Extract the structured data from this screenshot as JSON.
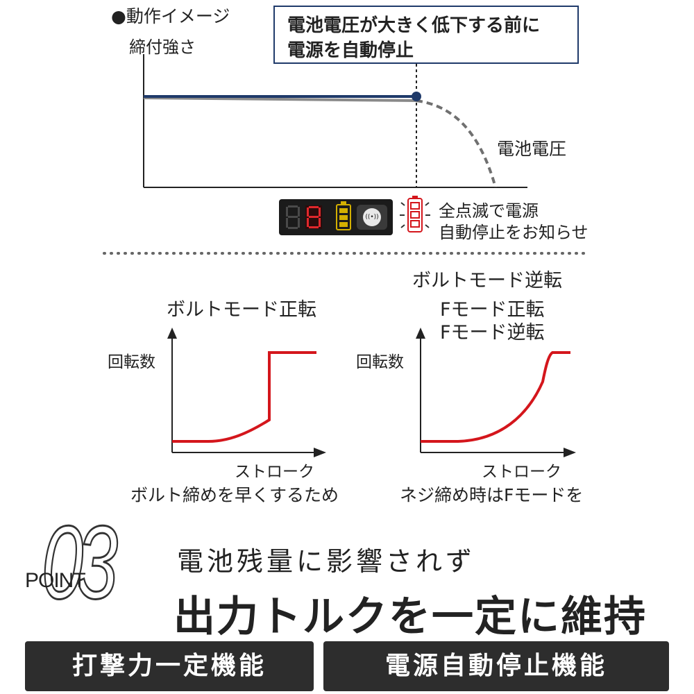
{
  "top_chart": {
    "title": "●動作イメージ",
    "ylabel": "締付強さ",
    "callout": [
      "電池電圧が大きく低下する前に",
      "電源を自動停止"
    ],
    "curve_label": "電池電圧",
    "indicator_text": [
      "全点滅で電源",
      "自動停止をお知らせ"
    ]
  },
  "bottom_left_chart": {
    "title": "ボルトモード正転",
    "ylabel": "回転数",
    "xlabel": "ストローク",
    "caption": "ボルト締めを早くするため"
  },
  "bottom_right_chart": {
    "title_lines": [
      "ボルトモード逆転",
      "Fモード正転",
      "Fモード逆転"
    ],
    "ylabel": "回転数",
    "xlabel": "ストローク",
    "caption": "ネジ締め時はFモードを"
  },
  "point": {
    "label": "POINT",
    "number": "03",
    "subtitle": "電池残量に影響されず",
    "headline": "出力トルクを一定に維持"
  },
  "features": [
    "打撃力一定機能",
    "電源自動停止機能"
  ],
  "colors": {
    "navy": "#1f3a6a",
    "gray_curve": "#8a8a8a",
    "red_curve": "#d4161c",
    "dark_panel": "#2d2d2d"
  }
}
